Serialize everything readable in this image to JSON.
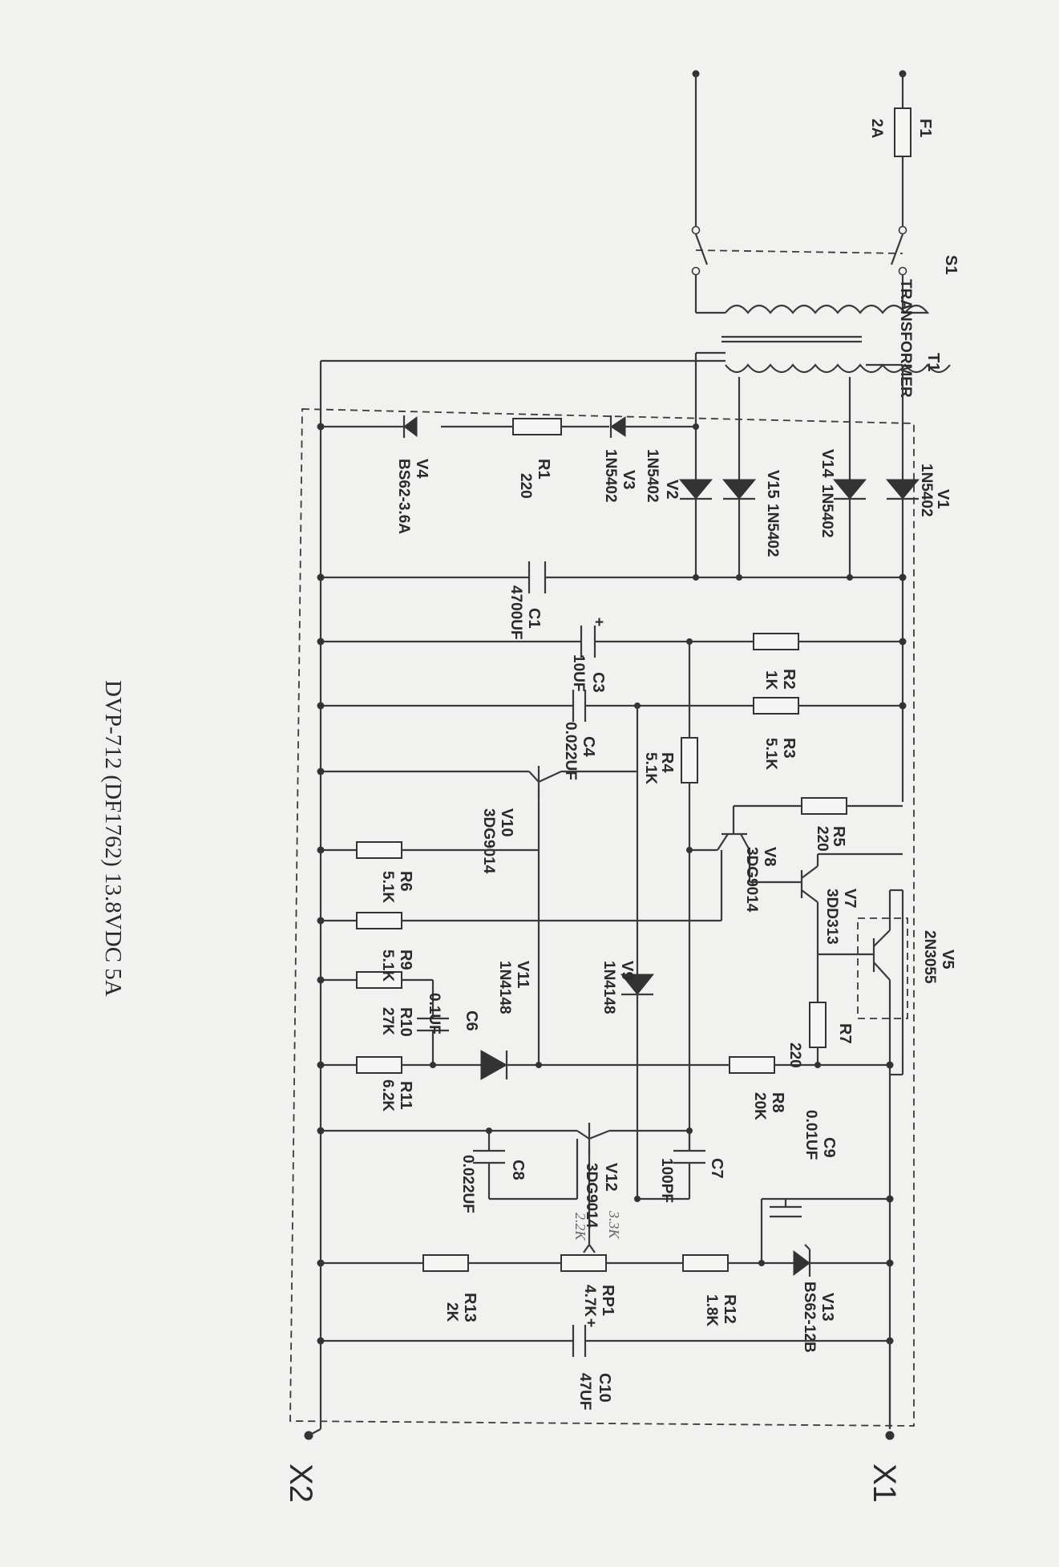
{
  "title": "DVP-712 (DF1762) 13.8VDC 5A",
  "terminals": {
    "x1": "X1",
    "x2": "X2"
  },
  "components": {
    "F1": {
      "ref": "F1",
      "value": "2A"
    },
    "S1": {
      "ref": "S1"
    },
    "T1": {
      "ref": "T1",
      "value": "TRANSFORMER"
    },
    "V1": {
      "ref": "V1",
      "value": "1N5402"
    },
    "V14": {
      "ref": "V14",
      "value": "1N5402"
    },
    "V15": {
      "ref": "V15",
      "value": "1N5402"
    },
    "V2": {
      "ref": "V2",
      "value": "1N5402"
    },
    "V3": {
      "ref": "V3",
      "value": "1N5402"
    },
    "V4": {
      "ref": "V4",
      "value": "BS62-3.6A"
    },
    "R1": {
      "ref": "R1",
      "value": "220"
    },
    "C1": {
      "ref": "C1",
      "value": "4700UF"
    },
    "R2": {
      "ref": "R2",
      "value": "1K"
    },
    "C3": {
      "ref": "C3",
      "value": "10UF"
    },
    "R3": {
      "ref": "R3",
      "value": "5.1K"
    },
    "C4": {
      "ref": "C4",
      "value": "0.022UF"
    },
    "R4": {
      "ref": "R4",
      "value": "5.1K"
    },
    "R5": {
      "ref": "R5",
      "value": "220"
    },
    "V10": {
      "ref": "V10",
      "value": "3DG9014"
    },
    "V8": {
      "ref": "V8",
      "value": "3DG9014"
    },
    "V7": {
      "ref": "V7",
      "value": "3DD313"
    },
    "R6": {
      "ref": "R6",
      "value": "5.1K"
    },
    "V5": {
      "ref": "V5",
      "value": "2N3055"
    },
    "V9": {
      "ref": "V9",
      "value": "1N4148"
    },
    "V11": {
      "ref": "V11",
      "value": "1N4148"
    },
    "R9": {
      "ref": "R9",
      "value": "5.1K"
    },
    "R10": {
      "ref": "R10",
      "value": "27K"
    },
    "C6": {
      "ref": "C6",
      "value": "0.1UF"
    },
    "R7": {
      "ref": "R7",
      "value": "220"
    },
    "R8": {
      "ref": "R8",
      "value": "20K"
    },
    "R11": {
      "ref": "R11",
      "value": "6.2K"
    },
    "C9": {
      "ref": "C9",
      "value": "0.01UF"
    },
    "C7": {
      "ref": "C7",
      "value": "100PF"
    },
    "V12": {
      "ref": "V12",
      "value": "3DG9014"
    },
    "C8": {
      "ref": "C8",
      "value": "0.022UF"
    },
    "V13": {
      "ref": "V13",
      "value": "BS62-12B"
    },
    "R12": {
      "ref": "R12",
      "value": "1.8K"
    },
    "RP1": {
      "ref": "RP1",
      "value": "4.7K"
    },
    "R13": {
      "ref": "R13",
      "value": "2K"
    },
    "C10": {
      "ref": "C10",
      "value": "47UF"
    }
  },
  "handwritten": [
    "3.3K",
    "2.2K"
  ]
}
